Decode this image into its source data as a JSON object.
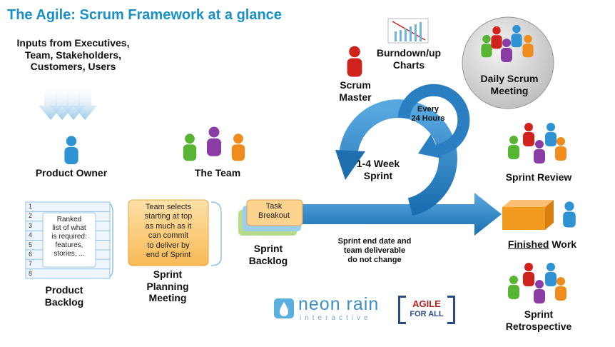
{
  "title": "The Agile: Scrum Framework at a glance",
  "inputs_label": "Inputs from Executives,\nTeam, Stakeholders,\nCustomers, Users",
  "product_owner": "Product Owner",
  "the_team": "The Team",
  "product_backlog": {
    "label": "Product\nBacklog",
    "numbers": [
      "1",
      "2",
      "3",
      "4",
      "5",
      "6",
      "7",
      "8"
    ],
    "note": "Ranked\nlist of what\nis required:\nfeatures,\nstories, ..."
  },
  "sprint_planning": {
    "label": "Sprint\nPlanning\nMeeting",
    "note": "Team selects\nstarting at top\nas much as it\ncan commit\nto deliver by\nend of Sprint"
  },
  "sprint_backlog": {
    "label": "Sprint\nBacklog",
    "note": "Task\nBreakout"
  },
  "scrum_master": "Scrum\nMaster",
  "burndown": "Burndown/up\nCharts",
  "daily_scrum": "Daily Scrum\nMeeting",
  "every_24": "Every\n24 Hours",
  "sprint_length": "1-4 Week\nSprint",
  "sprint_note": "Sprint end date and\nteam deliverable\ndo not change",
  "sprint_review": "Sprint Review",
  "finished_work": {
    "emphasis": "Finished",
    "rest": " Work"
  },
  "sprint_retrospective": "Sprint\nRetrospective",
  "logo_neon": {
    "top": "neon rain",
    "bottom": "interactive"
  },
  "logo_agile": {
    "top": "AGILE",
    "bottom": "FOR ALL"
  },
  "colors": {
    "title": "#1b8fc7",
    "arrow": "#1f7ec0",
    "arrow_light": "#6fb4e2",
    "red": "#d0221c",
    "green": "#58b533",
    "purple": "#8a3ea5",
    "orange": "#ef8c1e",
    "blue": "#2f93d3",
    "backlog_fill": "#ecf5fc",
    "planning_fill": "#fbd18a",
    "box_orange": "#f39b1f"
  }
}
